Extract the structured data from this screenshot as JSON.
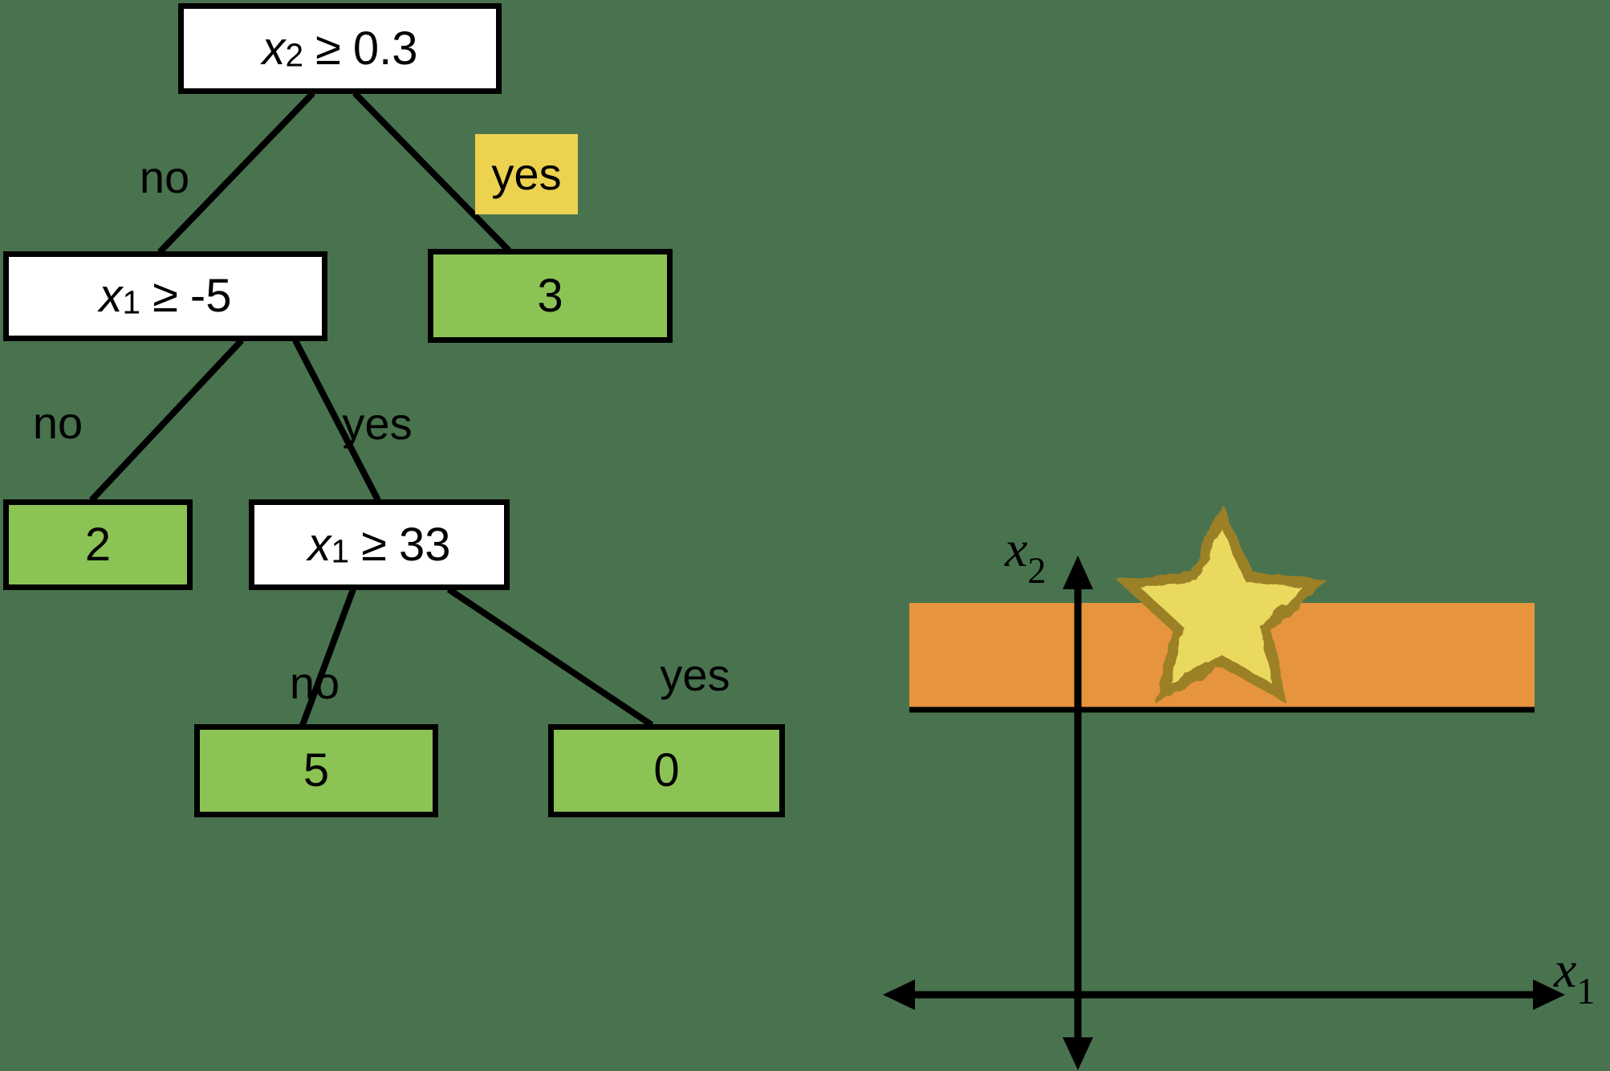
{
  "colors": {
    "background": "#49734f",
    "node_fill": "#ffffff",
    "leaf_fill": "#8cc355",
    "highlight_fill": "#ecd24f",
    "band_fill": "#e6953e",
    "star_fill": "#ead95f",
    "star_stroke": "#9c8026",
    "ink": "#000000"
  },
  "tree": {
    "root": {
      "var": "x",
      "sub": "2",
      "op": "≥",
      "threshold": "0.3"
    },
    "node_left": {
      "var": "x",
      "sub": "1",
      "op": "≥",
      "threshold": "-5"
    },
    "node_mid": {
      "var": "x",
      "sub": "1",
      "op": "≥",
      "threshold": "33"
    },
    "leaf_root_yes": {
      "value": "3"
    },
    "leaf_left_no": {
      "value": "2"
    },
    "leaf_mid_no": {
      "value": "5"
    },
    "leaf_mid_yes": {
      "value": "0"
    },
    "branch_labels": {
      "root_no": "no",
      "root_yes": "yes",
      "left_no": "no",
      "left_yes": "yes",
      "mid_no": "no",
      "mid_yes": "yes"
    }
  },
  "plot": {
    "x_axis_label": {
      "var": "x",
      "sub": "1"
    },
    "y_axis_label": {
      "var": "x",
      "sub": "2"
    }
  }
}
